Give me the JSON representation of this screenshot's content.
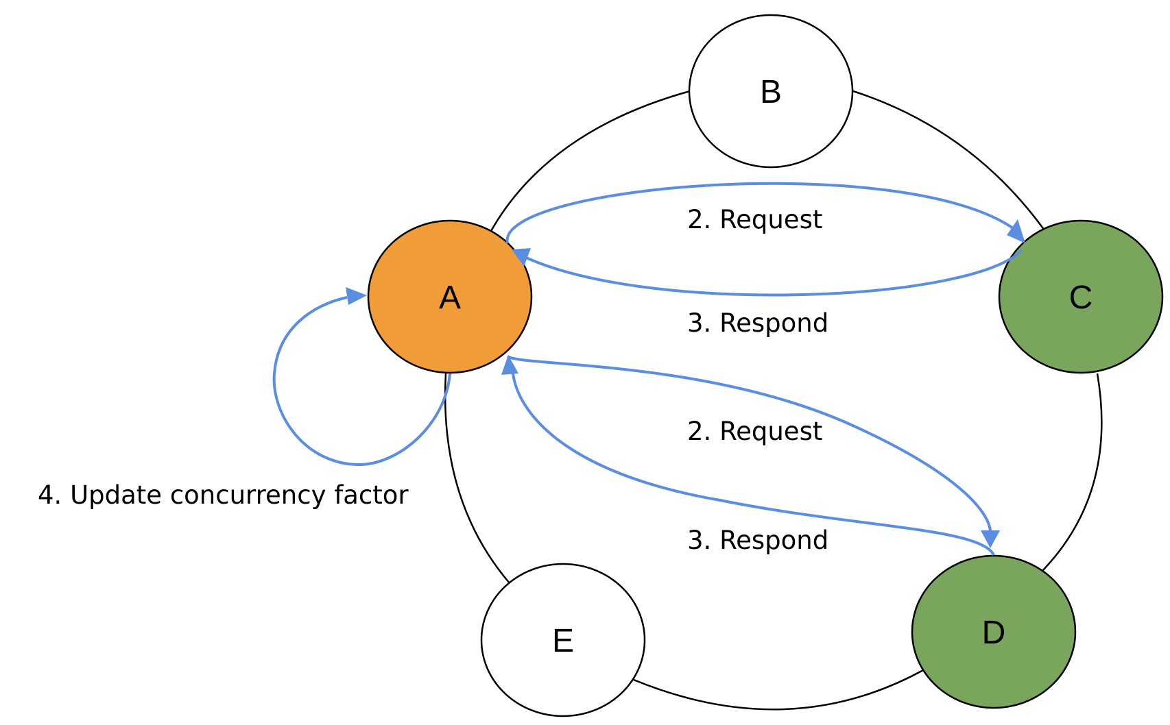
{
  "nodes": [
    {
      "id": "A",
      "label": "A",
      "fill": "#f09c38"
    },
    {
      "id": "B",
      "label": "B",
      "fill": "#ffffff"
    },
    {
      "id": "C",
      "label": "C",
      "fill": "#79a55c"
    },
    {
      "id": "D",
      "label": "D",
      "fill": "#79a55c"
    },
    {
      "id": "E",
      "label": "E",
      "fill": "#ffffff"
    }
  ],
  "edges": {
    "a_c_request": "2. Request",
    "c_a_respond": "3. Respond",
    "a_d_request": "2. Request",
    "d_a_respond": "3. Respond",
    "a_self_update": "4. Update concurrency factor"
  },
  "colors": {
    "arrow": "#5b8de0",
    "ring": "#000000"
  }
}
